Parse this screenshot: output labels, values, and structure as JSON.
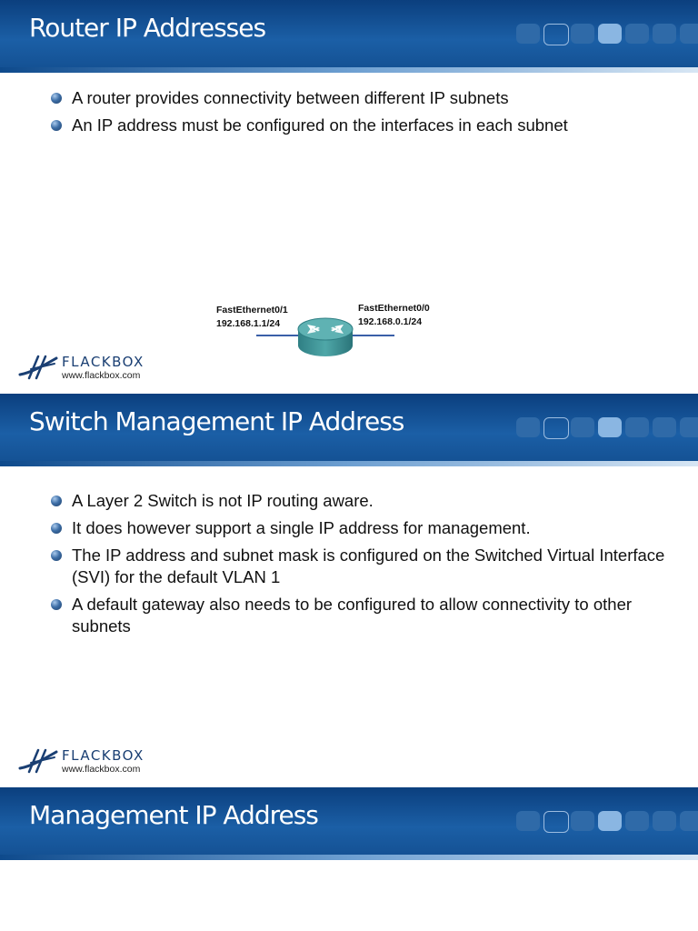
{
  "slides": [
    {
      "title": "Router IP Addresses",
      "bullets": [
        "A router provides connectivity between different IP subnets",
        "An IP address must be configured on the interfaces in each subnet"
      ],
      "diagram": {
        "left_interface": {
          "name": "FastEthernet0/1",
          "ip": "192.168.1.1/24"
        },
        "right_interface": {
          "name": "FastEthernet0/0",
          "ip": "192.168.0.1/24"
        },
        "device_icon": "router-icon"
      }
    },
    {
      "title": "Switch Management IP Address",
      "bullets": [
        "A Layer 2 Switch is not IP routing aware.",
        "It does however support a single IP address for management.",
        "The IP address and subnet mask is configured on the Switched Virtual Interface (SVI) for the default VLAN 1",
        "A default gateway also needs to be configured to allow connectivity to other subnets"
      ]
    },
    {
      "title": "Management IP Address"
    }
  ],
  "logo": {
    "name": "FLACKBOX",
    "url": "www.flackbox.com",
    "icon": "flackbox-logo-icon"
  },
  "colors": {
    "title_bar": "#1b5fa6",
    "title_text": "#ffffff",
    "logo_text": "#1a3f73",
    "router_body": "#3d8f92",
    "link_line": "#3a5fa8"
  }
}
